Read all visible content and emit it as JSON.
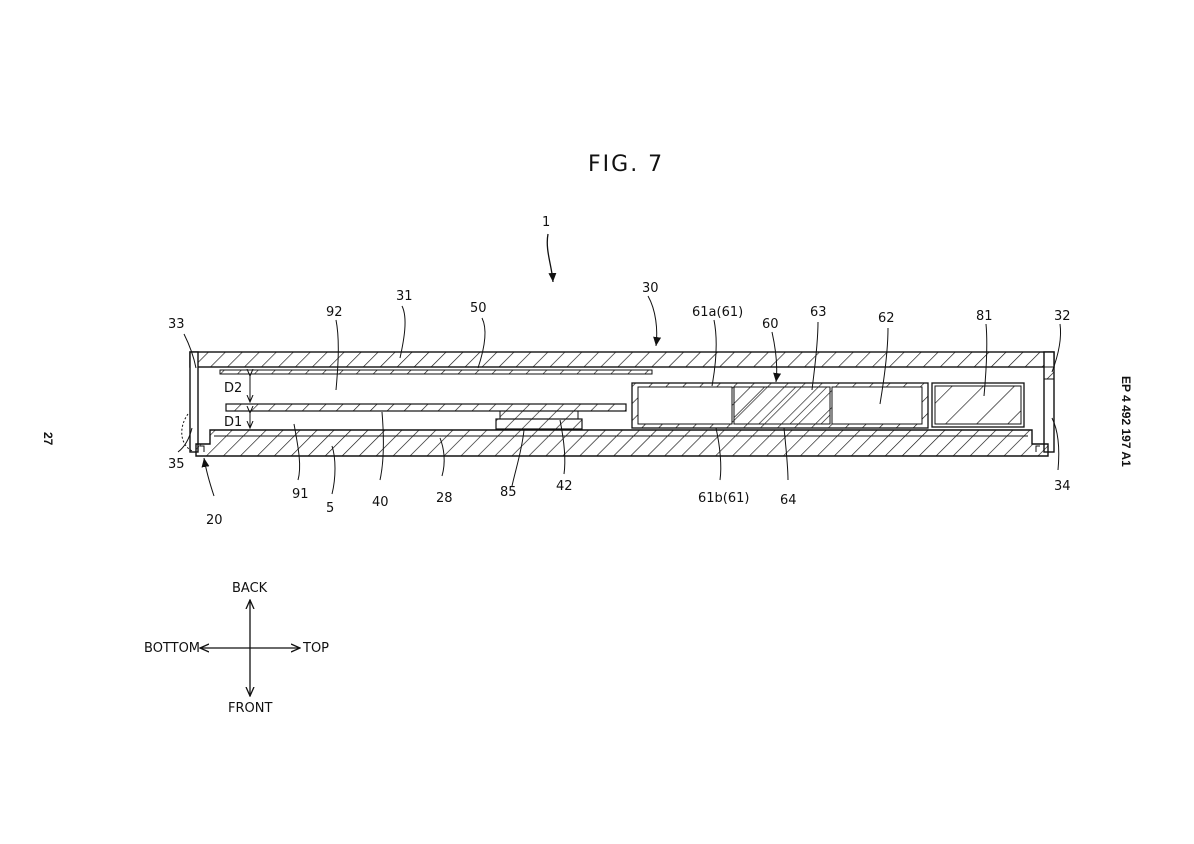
{
  "figure": {
    "title": "FIG. 7",
    "page_number": "27",
    "document_id": "EP 4 492 197 A1"
  },
  "labels": {
    "l1": "1",
    "l30": "30",
    "l31": "31",
    "l50": "50",
    "l92": "92",
    "l33": "33",
    "l61a": "61a(61)",
    "l60": "60",
    "l63": "63",
    "l62": "62",
    "l81": "81",
    "l32": "32",
    "lD2": "D2",
    "lD1": "D1",
    "l35": "35",
    "l34": "34",
    "l91": "91",
    "l5": "5",
    "l40": "40",
    "l28": "28",
    "l85": "85",
    "l42": "42",
    "l61b": "61b(61)",
    "l64": "64",
    "l20": "20"
  },
  "directions": {
    "up": "BACK",
    "down": "FRONT",
    "left": "BOTTOM",
    "right": "TOP"
  }
}
